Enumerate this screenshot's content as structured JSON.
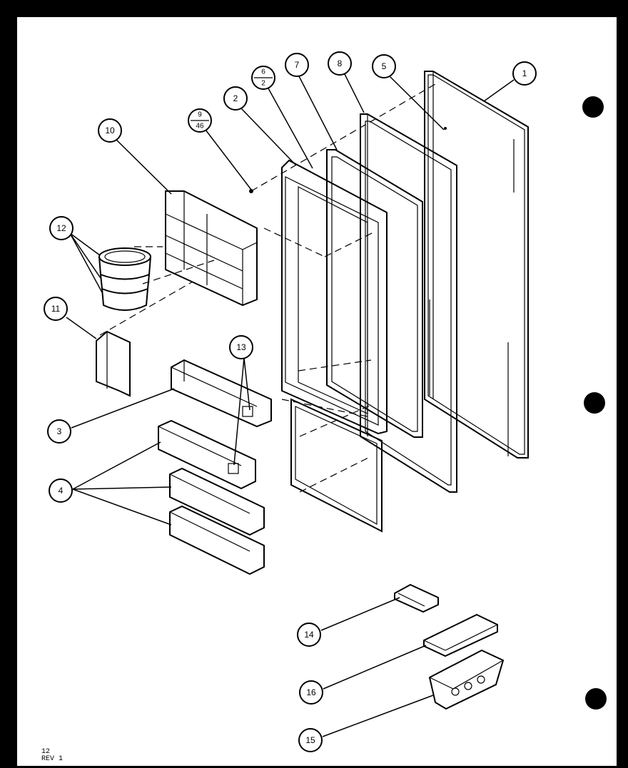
{
  "callouts": {
    "c1": "1",
    "c2": "2",
    "c3": "3",
    "c4": "4",
    "c5": "5",
    "c6_top": "6",
    "c6_bottom": "2",
    "c7": "7",
    "c8": "8",
    "c9_top": "9",
    "c9_bottom": "46",
    "c10": "10",
    "c11": "11",
    "c12": "12",
    "c13": "13",
    "c14": "14",
    "c15": "15",
    "c16": "16"
  },
  "footer": {
    "page_number": "12",
    "revision": "REV 1"
  }
}
